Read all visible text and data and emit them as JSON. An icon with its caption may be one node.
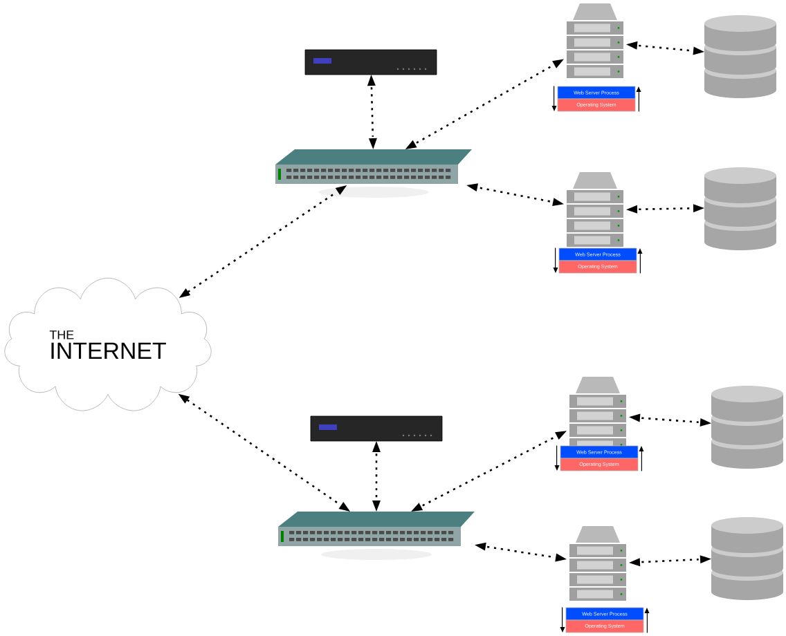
{
  "diagram": {
    "nodes": [
      {
        "text": [
          "THE",
          "INTERNET"
        ]
      },
      {
        "text": [],
        "shape": "box"
      },
      {
        "text": [],
        "shape": "box"
      },
      {
        "text": [],
        "shape": "server"
      },
      {
        "text": [],
        "shape": "cylinder"
      },
      {
        "text": [
          "Web Server Process"
        ]
      },
      {
        "text": [
          "Operating System"
        ]
      },
      {
        "text": [],
        "shape": "server"
      },
      {
        "text": [],
        "shape": "cylinder"
      },
      {
        "text": [
          "Web Server Process"
        ]
      },
      {
        "text": [
          "Operating System"
        ]
      },
      {
        "text": [],
        "shape": "box"
      },
      {
        "text": [],
        "shape": "box"
      },
      {
        "text": [],
        "shape": "server"
      },
      {
        "text": [],
        "shape": "cylinder"
      },
      {
        "text": [
          "Web Server Process"
        ]
      },
      {
        "text": [
          "Operating System"
        ]
      },
      {
        "text": [],
        "shape": "server"
      },
      {
        "text": [],
        "shape": "cylinder"
      },
      {
        "text": [
          "Web Server Process"
        ]
      },
      {
        "text": [
          "Operating System"
        ]
      }
    ],
    "edges": [
      {
        "from": 0,
        "to": 2,
        "arrow": "both",
        "style": "dashed"
      },
      {
        "from": 1,
        "to": 2,
        "arrow": "both",
        "style": "dashed"
      },
      {
        "from": 2,
        "to": 3,
        "arrow": "both",
        "style": "dashed"
      },
      {
        "from": 2,
        "to": 7,
        "arrow": "both",
        "style": "dashed"
      },
      {
        "from": 3,
        "to": 4,
        "arrow": "both",
        "style": "dashed"
      },
      {
        "from": 7,
        "to": 8,
        "arrow": "both",
        "style": "dashed"
      },
      {
        "from": 0,
        "to": 12,
        "arrow": "both",
        "style": "dashed"
      },
      {
        "from": 11,
        "to": 12,
        "arrow": "both",
        "style": "dashed"
      },
      {
        "from": 12,
        "to": 13,
        "arrow": "both",
        "style": "dashed"
      },
      {
        "from": 12,
        "to": 17,
        "arrow": "both",
        "style": "dashed"
      },
      {
        "from": 13,
        "to": 14,
        "arrow": "both",
        "style": "dashed"
      },
      {
        "from": 17,
        "to": 18,
        "arrow": "both",
        "style": "dashed"
      },
      {
        "from": 5,
        "to": 6,
        "arrow": "to"
      },
      {
        "from": 6,
        "to": 5,
        "arrow": "to"
      },
      {
        "from": 9,
        "to": 10,
        "arrow": "to"
      },
      {
        "from": 10,
        "to": 9,
        "arrow": "to"
      },
      {
        "from": 15,
        "to": 16,
        "arrow": "to"
      },
      {
        "from": 16,
        "to": 15,
        "arrow": "to"
      },
      {
        "from": 19,
        "to": 20,
        "arrow": "to"
      },
      {
        "from": 20,
        "to": 19,
        "arrow": "to"
      }
    ]
  }
}
